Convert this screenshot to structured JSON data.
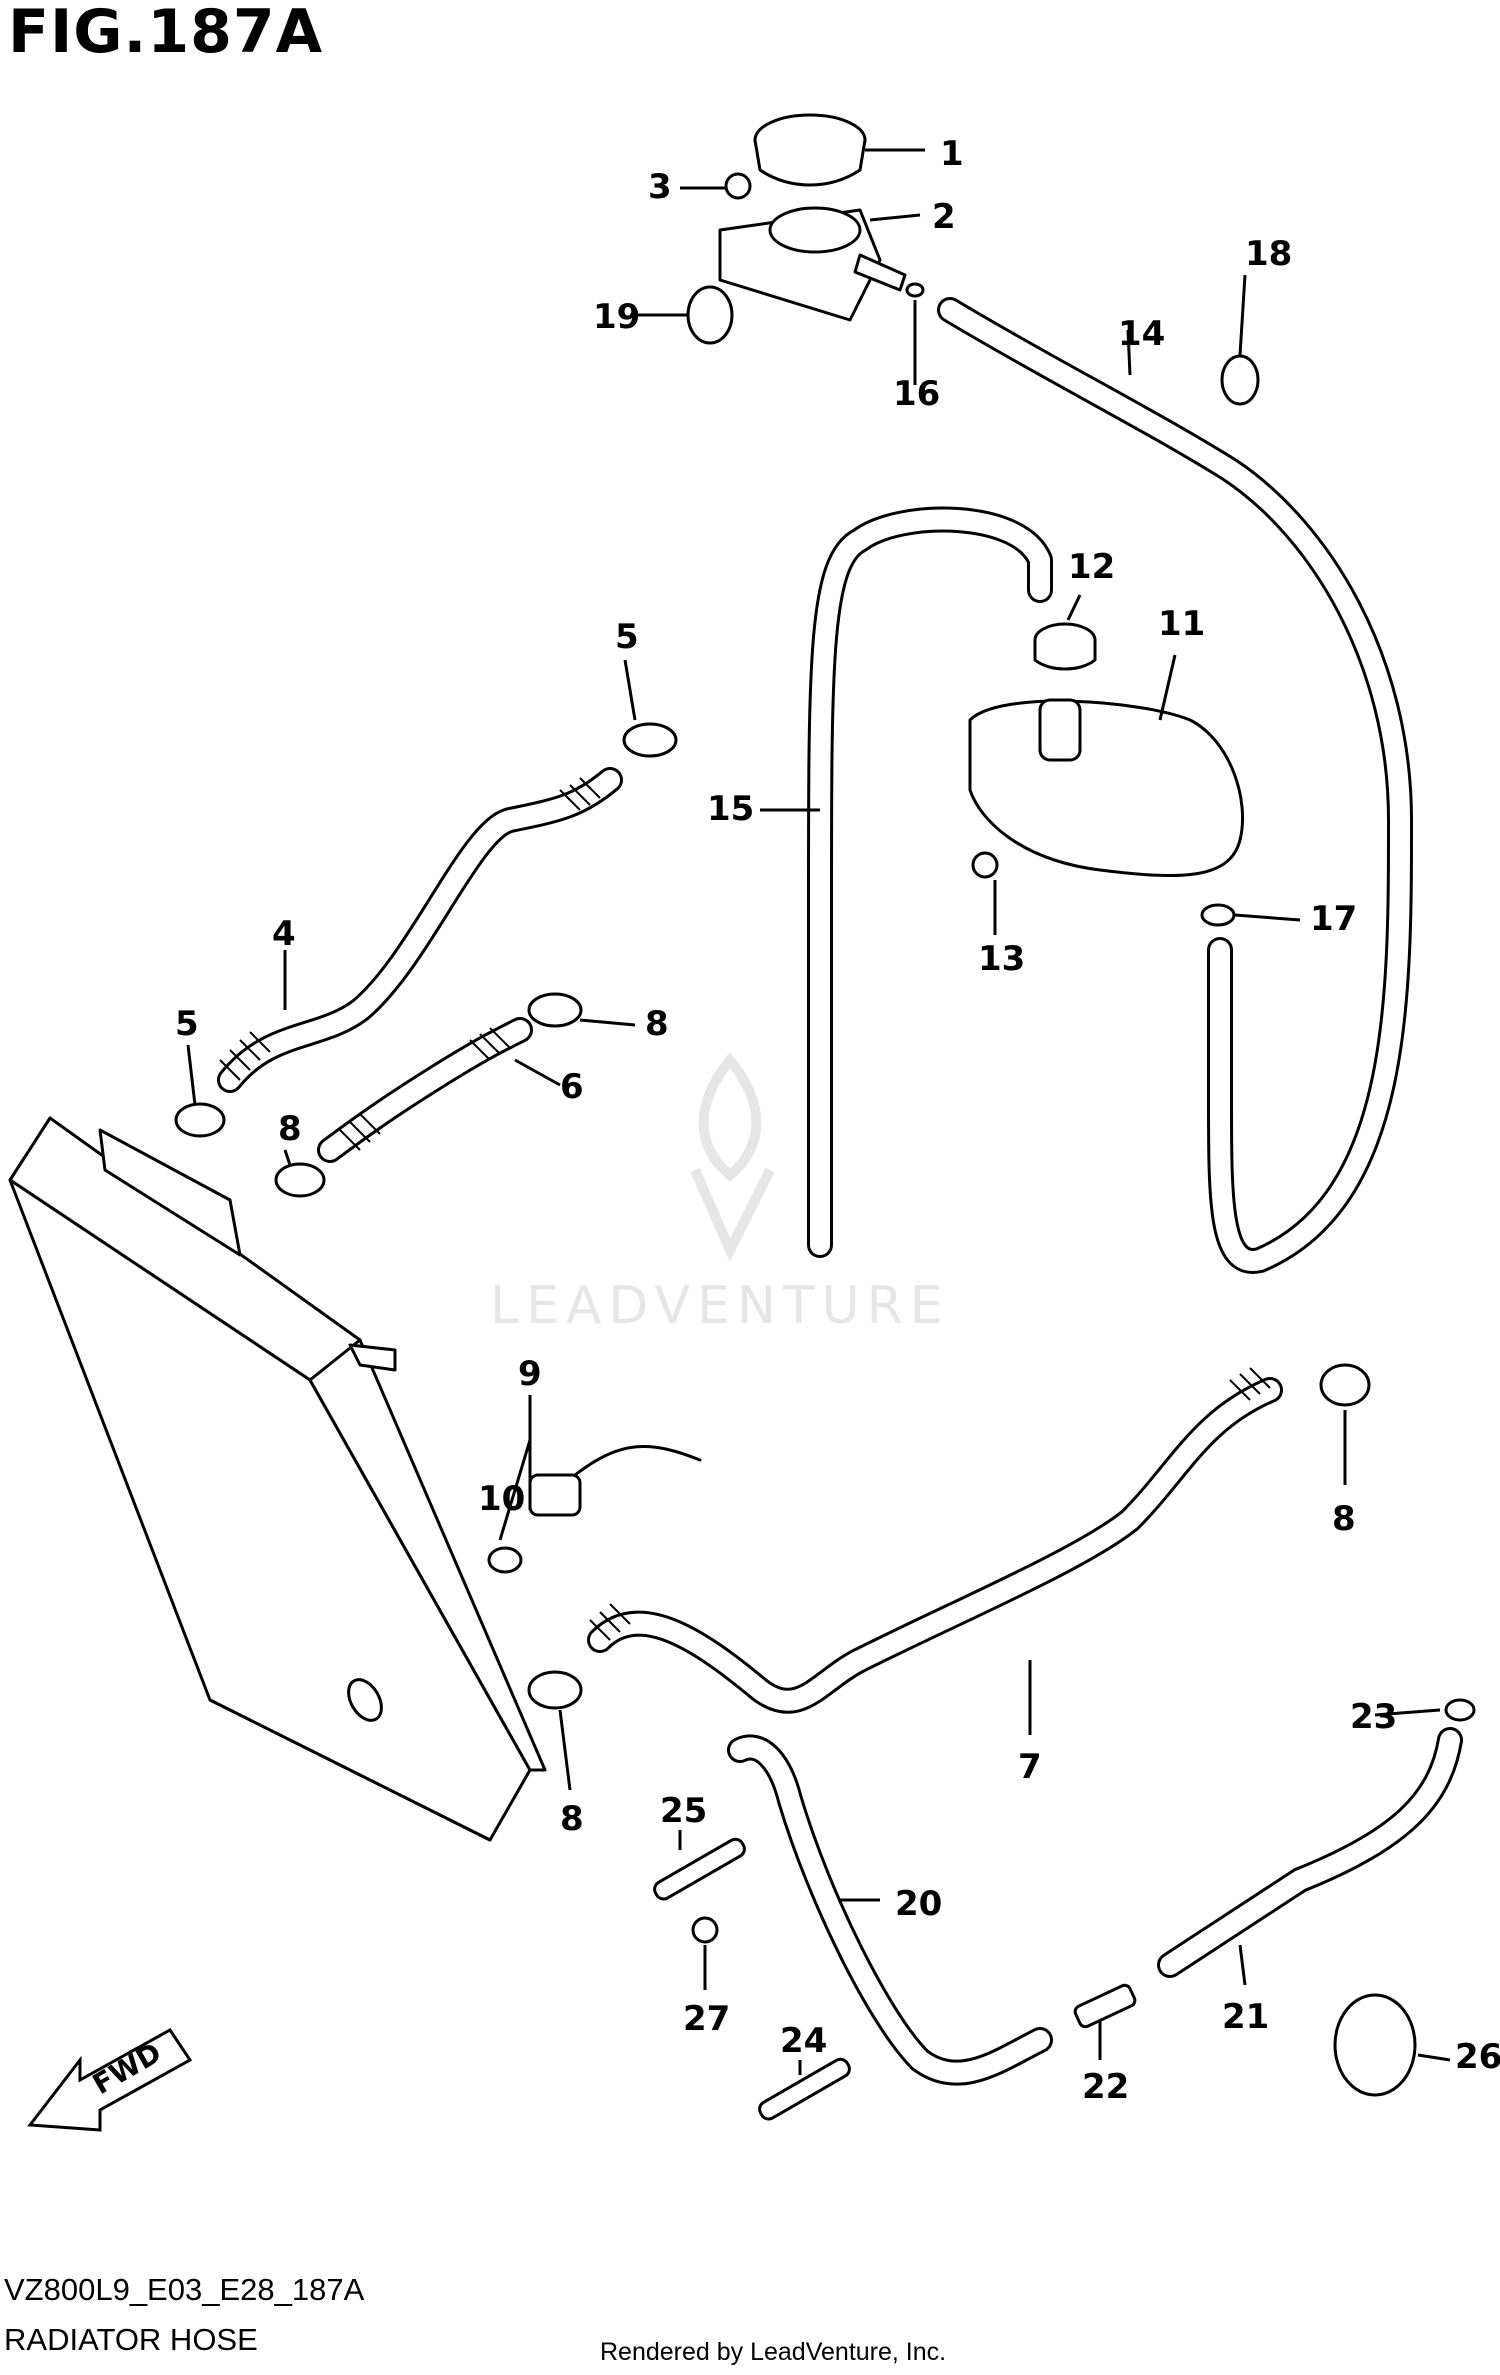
{
  "figure": {
    "title": "FIG.187A",
    "model_code": "VZ800L9_E03_E28_187A",
    "name": "RADIATOR HOSE",
    "rendered_by": "Rendered by LeadVenture, Inc.",
    "watermark": "LEADVENTURE"
  },
  "fwd_label": "FWD",
  "callouts": [
    "1",
    "2",
    "3",
    "4",
    "5",
    "6",
    "7",
    "8",
    "9",
    "10",
    "11",
    "12",
    "13",
    "14",
    "15",
    "16",
    "17",
    "18",
    "19",
    "20",
    "21",
    "22",
    "23",
    "24",
    "25",
    "26",
    "27"
  ],
  "callout_labels": {
    "c1": "1",
    "c2": "2",
    "c3": "3",
    "c4": "4",
    "c5a": "5",
    "c5b": "5",
    "c6": "6",
    "c7": "7",
    "c8a": "8",
    "c8b": "8",
    "c8c": "8",
    "c8d": "8",
    "c9": "9",
    "c10": "10",
    "c11": "11",
    "c12": "12",
    "c13": "13",
    "c14": "14",
    "c15": "15",
    "c16": "16",
    "c17": "17",
    "c18": "18",
    "c19": "19",
    "c20": "20",
    "c21": "21",
    "c22": "22",
    "c23": "23",
    "c24": "24",
    "c25": "25",
    "c26": "26",
    "c27": "27"
  }
}
